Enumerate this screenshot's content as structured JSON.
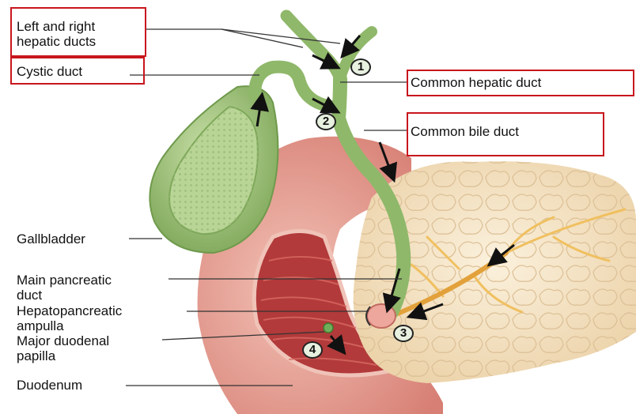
{
  "labels": {
    "hepatic_ducts": "Left and right\nhepatic ducts",
    "cystic_duct": "Cystic duct",
    "common_hepatic_duct": "Common hepatic duct",
    "common_bile_duct": "Common bile duct",
    "gallbladder": "Gallbladder",
    "main_pancreatic_duct": "Main pancreatic\nduct",
    "hepatopancreatic_ampulla": "Hepatopancreatic\nampulla",
    "major_duodenal_papilla": "Major duodenal\npapilla",
    "duodenum": "Duodenum"
  },
  "steps": [
    "1",
    "2",
    "3",
    "4"
  ],
  "colors": {
    "highlight_box": "#c8161d",
    "duct_green": "#8fb86a",
    "gallbladder_green": "#9cc27a",
    "duodenum_pink": "#e7a59b",
    "mucosa_red": "#b23a3a",
    "pancreas_cream": "#f6e6c9",
    "pancreatic_duct_yellow": "#f0c060"
  }
}
